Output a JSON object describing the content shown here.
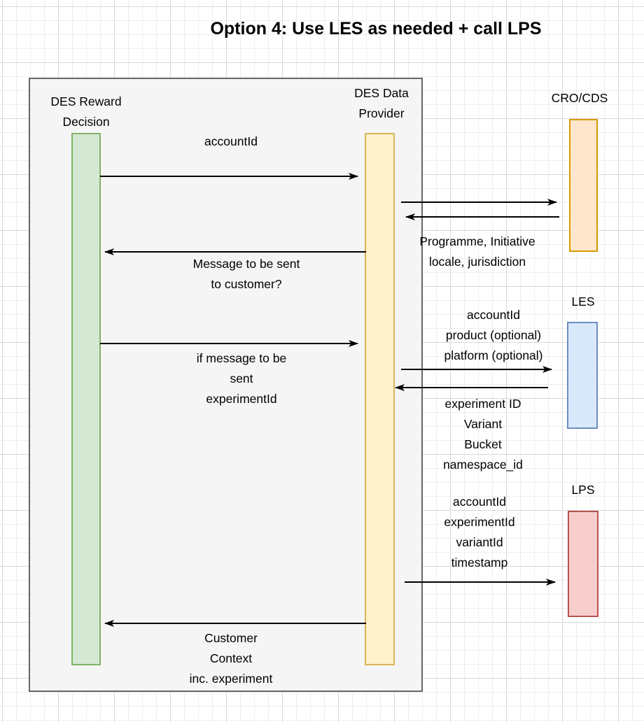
{
  "diagram": {
    "title": "Option 4: Use LES as needed + call LPS",
    "container_fill": "#f5f5f5",
    "container_stroke": "#666666",
    "arrow_color": "#000000",
    "actors": {
      "des_reward_decision": {
        "label": "DES Reward\nDecision",
        "fill": "#d5e8d4",
        "stroke": "#82b366"
      },
      "des_data_provider": {
        "label": "DES Data\nProvider",
        "fill": "#fff2cc",
        "stroke": "#d6b656"
      },
      "cro_cds": {
        "label": "CRO/CDS",
        "fill": "#ffe6cc",
        "stroke": "#d79b00"
      },
      "les": {
        "label": "LES",
        "fill": "#dae8fc",
        "stroke": "#6c8ebf"
      },
      "lps": {
        "label": "LPS",
        "fill": "#f8cecc",
        "stroke": "#b85450"
      }
    },
    "messages": {
      "account_id": {
        "label": "accountId"
      },
      "cro_exchange": {
        "label": "Programme, Initiative\nlocale, jurisdiction"
      },
      "message_to_customer": {
        "label": "Message to be sent\nto customer?"
      },
      "if_message": {
        "label": "if message to be\nsent\nexperimentId"
      },
      "les_request": {
        "label": "accountId\nproduct (optional)\nplatform (optional)"
      },
      "les_response": {
        "label": "experiment ID\nVariant\nBucket\nnamespace_id"
      },
      "lps_request": {
        "label": "accountId\nexperimentId\nvariantId\ntimestamp"
      },
      "customer_context": {
        "label": "Customer\nContext\ninc. experiment"
      }
    }
  }
}
